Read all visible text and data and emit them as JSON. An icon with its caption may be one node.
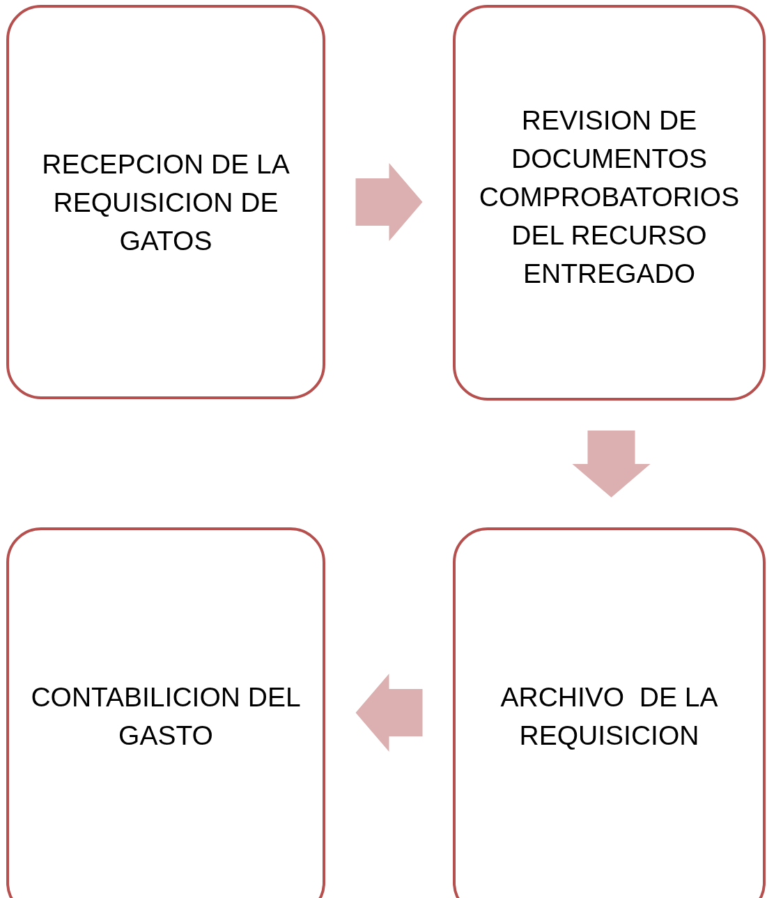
{
  "diagram": {
    "nodes": [
      {
        "text": [
          "RECEPCION DE LA REQUISICION DE GATOS"
        ]
      },
      {
        "text": [
          "REVISION DE DOCUMENTOS COMPROBATORIOS DEL RECURSO ENTREGADO"
        ]
      },
      {
        "text": [
          "ARCHIVO  DE LA REQUISICION"
        ]
      },
      {
        "text": [
          "CONTABILICION DEL GASTO"
        ]
      }
    ],
    "edges": [
      {
        "from": 0,
        "to": 1,
        "arrow": "to"
      },
      {
        "from": 1,
        "to": 2,
        "arrow": "to"
      },
      {
        "from": 2,
        "to": 3,
        "arrow": "to"
      }
    ]
  }
}
